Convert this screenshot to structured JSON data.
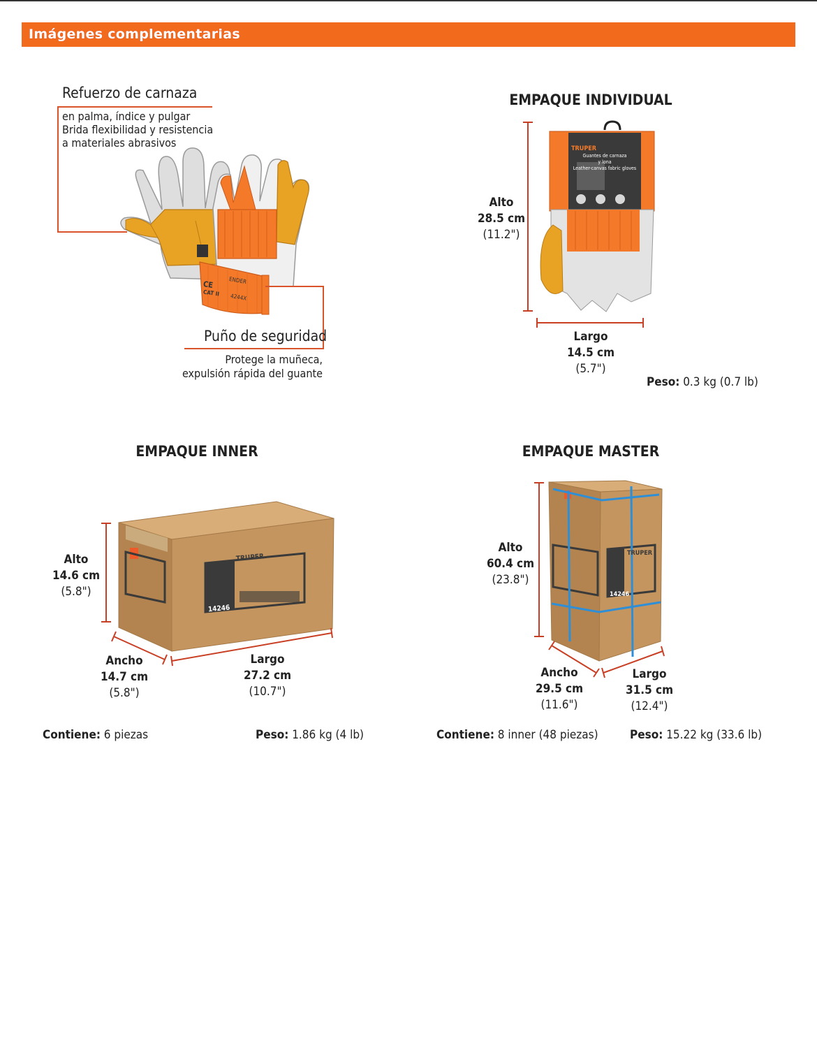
{
  "header": {
    "title": "Imágenes complementarias"
  },
  "glove": {
    "reinforcement_title": "Refuerzo de carnaza",
    "reinforcement_desc": [
      "en palma, índice y pulgar",
      "Brida flexibilidad y resistencia",
      "a materiales abrasivos"
    ],
    "cuff_title": "Puño de seguridad",
    "cuff_desc": [
      "Protege la muñeca,",
      "expulsión rápida del guante"
    ],
    "glove_print": {
      "brand": "ENDER",
      "ce": "CE",
      "cat": "CAT II",
      "code": "4244X"
    }
  },
  "individual": {
    "title": "EMPAQUE INDIVIDUAL",
    "alto": [
      "Alto",
      "28.5 cm",
      "(11.2\")"
    ],
    "largo": [
      "Largo",
      "14.5 cm",
      "(5.7\")"
    ],
    "peso_label": "Peso:",
    "peso_value": "0.3 kg (0.7 lb)",
    "label_brand": "TRUPER",
    "label_text": [
      "Guantes de carnaza",
      "y lona",
      "Leather-canvas fabric gloves"
    ]
  },
  "inner": {
    "title": "EMPAQUE INNER",
    "alto": [
      "Alto",
      "14.6 cm",
      "(5.8\")"
    ],
    "ancho": [
      "Ancho",
      "14.7 cm",
      "(5.8\")"
    ],
    "largo": [
      "Largo",
      "27.2 cm",
      "(10.7\")"
    ],
    "contiene_label": "Contiene:",
    "contiene_value": "6 piezas",
    "peso_label": "Peso:",
    "peso_value": "1.86 kg (4 lb)",
    "box_brand": "TRUPER",
    "box_code": "14246"
  },
  "master": {
    "title": "EMPAQUE MASTER",
    "alto": [
      "Alto",
      "60.4 cm",
      "(23.8\")"
    ],
    "ancho": [
      "Ancho",
      "29.5 cm",
      "(11.6\")"
    ],
    "largo": [
      "Largo",
      "31.5 cm",
      "(12.4\")"
    ],
    "contiene_label": "Contiene:",
    "contiene_value": "8 inner (48 piezas)",
    "peso_label": "Peso:",
    "peso_value": "15.22 kg (33.6 lb)",
    "box_brand": "TRUPER",
    "box_code": "14246"
  },
  "colors": {
    "accent": "#f26a1b",
    "dimension_line": "#c93f24",
    "cardboard": "#c4955f",
    "strap": "#2f8fd6"
  }
}
